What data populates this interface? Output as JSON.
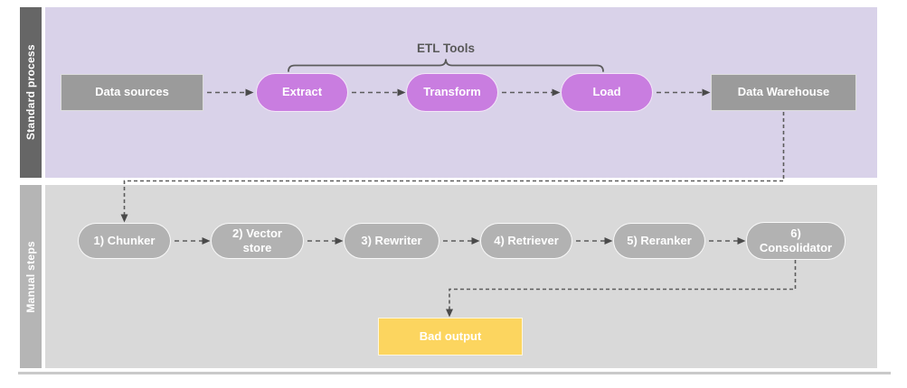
{
  "colors": {
    "lane_top_bg": "#d9d2e9",
    "lane_top_bar": "#666666",
    "lane_bottom_bg": "#d9d9d9",
    "lane_bottom_bar": "#b5b5b5",
    "node_gray": "#9b9b9b",
    "node_pill_purple": "#c97de0",
    "node_pill_gray": "#b2b2b2",
    "node_yellow": "#fcd55f",
    "node_text": "#ffffff",
    "connector": "#5c5c5c",
    "bracket_label_color": "#595959"
  },
  "bracket": {
    "label": "ETL Tools"
  },
  "lanes": [
    {
      "label": "Standard process",
      "nodes": [
        {
          "id": "data-sources",
          "label": "Data sources"
        },
        {
          "id": "extract",
          "label": "Extract"
        },
        {
          "id": "transform",
          "label": "Transform"
        },
        {
          "id": "load",
          "label": "Load"
        },
        {
          "id": "data-warehouse",
          "label": "Data Warehouse"
        }
      ]
    },
    {
      "label": "Manual steps",
      "nodes": [
        {
          "id": "chunker",
          "label": "1) Chunker"
        },
        {
          "id": "vector-store",
          "label": "2) Vector store"
        },
        {
          "id": "rewriter",
          "label": "3) Rewriter"
        },
        {
          "id": "retriever",
          "label": "4) Retriever"
        },
        {
          "id": "reranker",
          "label": "5) Reranker"
        },
        {
          "id": "consolidator",
          "label": "6) Consolidator"
        },
        {
          "id": "bad-output",
          "label": "Bad output"
        }
      ]
    }
  ]
}
